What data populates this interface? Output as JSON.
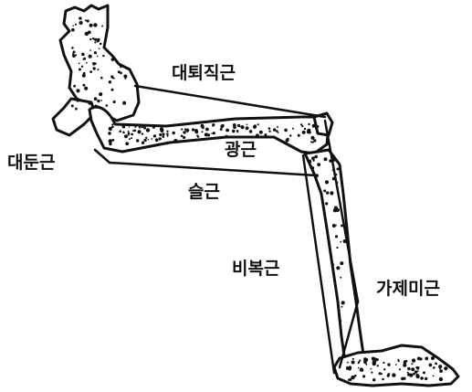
{
  "labels": {
    "rectus_femoris": "대퇴직근",
    "gluteus_maximus": "대둔근",
    "vastus": "광근",
    "hamstring": "슬근",
    "gastrocnemius": "비복근",
    "tibialis": "가제미근"
  }
}
